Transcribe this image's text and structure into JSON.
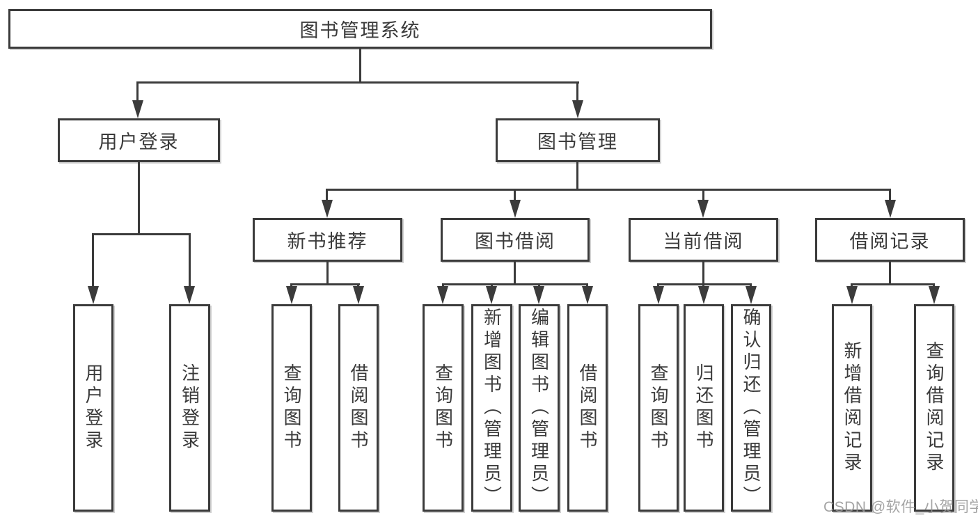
{
  "diagram_title": "图书管理系统",
  "nodes": [
    {
      "id": "root",
      "label": "图书管理系统",
      "level": 0
    },
    {
      "id": "user-login",
      "label": "用户登录",
      "level": 1
    },
    {
      "id": "book-management",
      "label": "图书管理",
      "level": 1
    },
    {
      "id": "new-book-recommend",
      "label": "新书推荐",
      "level": 2
    },
    {
      "id": "book-borrowing",
      "label": "图书借阅",
      "level": 2
    },
    {
      "id": "current-borrowing",
      "label": "当前借阅",
      "level": 2
    },
    {
      "id": "borrowing-records",
      "label": "借阅记录",
      "level": 2
    },
    {
      "id": "leaf-user-login",
      "label": "用户登录",
      "level": 3
    },
    {
      "id": "leaf-logout",
      "label": "注销登录",
      "level": 3
    },
    {
      "id": "leaf-query-books-1",
      "label": "查询图书",
      "level": 3
    },
    {
      "id": "leaf-borrow-books-1",
      "label": "借阅图书",
      "level": 3
    },
    {
      "id": "leaf-query-books-2",
      "label": "查询图书",
      "level": 3
    },
    {
      "id": "leaf-add-books-admin",
      "label": "新增图书（管理员）",
      "level": 3
    },
    {
      "id": "leaf-edit-books-admin",
      "label": "编辑图书（管理员）",
      "level": 3
    },
    {
      "id": "leaf-borrow-books-2",
      "label": "借阅图书",
      "level": 3
    },
    {
      "id": "leaf-query-books-3",
      "label": "查询图书",
      "level": 3
    },
    {
      "id": "leaf-return-books",
      "label": "归还图书",
      "level": 3
    },
    {
      "id": "leaf-confirm-return-admin",
      "label": "确认归还（管理员）",
      "level": 3
    },
    {
      "id": "leaf-add-borrow-record",
      "label": "新增借阅记录",
      "level": 3
    },
    {
      "id": "leaf-query-borrow-record",
      "label": "查询借阅记录",
      "level": 3
    }
  ],
  "hierarchy": [
    {
      "parent": "图书管理系统",
      "children": [
        "用户登录",
        "图书管理"
      ]
    },
    {
      "parent": "用户登录",
      "children": [
        "用户登录",
        "注销登录"
      ]
    },
    {
      "parent": "图书管理",
      "children": [
        "新书推荐",
        "图书借阅",
        "当前借阅",
        "借阅记录"
      ]
    },
    {
      "parent": "新书推荐",
      "children": [
        "查询图书",
        "借阅图书"
      ]
    },
    {
      "parent": "图书借阅",
      "children": [
        "查询图书",
        "新增图书（管理员）",
        "编辑图书（管理员）",
        "借阅图书"
      ]
    },
    {
      "parent": "当前借阅",
      "children": [
        "查询图书",
        "归还图书",
        "确认归还（管理员）"
      ]
    },
    {
      "parent": "借阅记录",
      "children": [
        "新增借阅记录",
        "查询借阅记录"
      ]
    }
  ],
  "colors": {
    "line": "#3b3b3b",
    "box_border": "#3b3b3b",
    "text": "#3a3a3a",
    "background": "#ffffff",
    "watermark": "#949494"
  },
  "watermark": {
    "text": "CSDN @软件_小贺同学"
  }
}
